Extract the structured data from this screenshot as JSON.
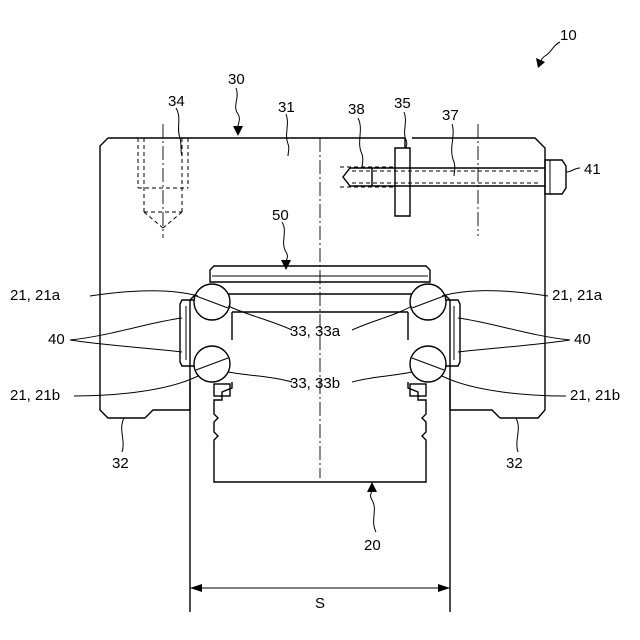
{
  "labels": {
    "device": "10",
    "slider": "30",
    "slider_body": "31",
    "tapped_hole": "34",
    "rail": "20",
    "lubricator": "50",
    "bolt_hole": "38",
    "bracket": "35",
    "bolt_shaft": "37",
    "bolt_head": "41",
    "slider_foot_left": "32",
    "slider_foot_right": "32",
    "ball_upper_left": "21, 21a",
    "ball_upper_right": "21, 21a",
    "ball_lower_left": "21, 21b",
    "ball_lower_right": "21, 21b",
    "retainer_left": "40",
    "retainer_right": "40",
    "groove_upper": "33, 33a",
    "groove_lower": "33, 33b",
    "span": "S"
  }
}
